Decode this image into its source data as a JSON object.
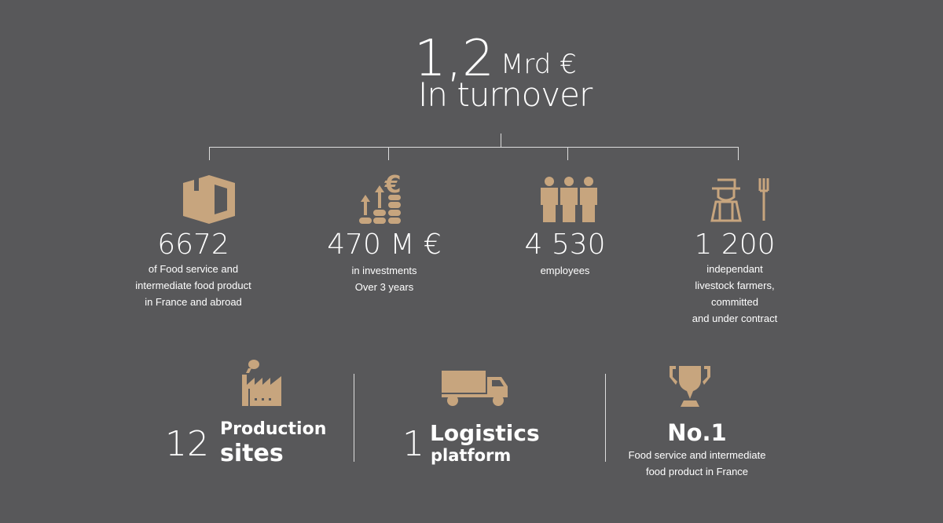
{
  "headline": {
    "value": "1,2",
    "unit": "Mrd €",
    "label": "In turnover"
  },
  "accent_color": "#c7a57e",
  "background_color": "#58585a",
  "stats": [
    {
      "icon": "box-icon",
      "value": "6672",
      "lines": [
        "of Food service and",
        "intermediate food product",
        "in France and abroad"
      ]
    },
    {
      "icon": "investment-growth-icon",
      "value": "470 M €",
      "lines": [
        "in investments",
        "Over 3 years"
      ]
    },
    {
      "icon": "people-icon",
      "value": "4 530",
      "lines": [
        "employees"
      ]
    },
    {
      "icon": "farmer-icon",
      "value": "1 200",
      "lines": [
        "independant",
        "livestock farmers,",
        "committed",
        "and under contract"
      ]
    }
  ],
  "bottom": [
    {
      "icon": "factory-icon",
      "number": "12",
      "title": "Production",
      "subtitle": "sites"
    },
    {
      "icon": "truck-icon",
      "number": "1",
      "title": "Logistics",
      "subtitle": "platform"
    },
    {
      "icon": "trophy-icon",
      "title": "No.1",
      "lines": [
        "Food service and intermediate",
        "food product in France"
      ]
    }
  ]
}
